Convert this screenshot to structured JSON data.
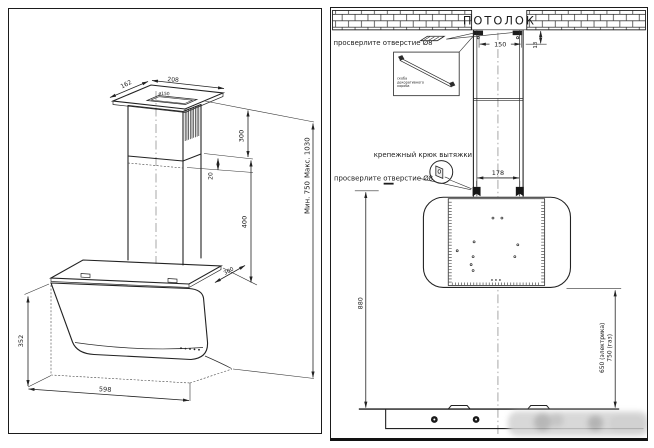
{
  "colors": {
    "line": "#1f1f1f",
    "accent_dark": "#111111",
    "centerline": "#8a8a8a",
    "watermark": "#bdbdbd"
  },
  "left_panel": {
    "dims": {
      "top_depth": "162",
      "top_width": "208",
      "outlet_diameter": "ø150",
      "upper_duct_height": "300",
      "duct_overlap": "20",
      "lower_duct_height": "400",
      "min_height": "Мин. 750",
      "max_height": "Макс. 1030",
      "body_height": "352",
      "body_width": "598",
      "body_depth": "300"
    }
  },
  "right_panel": {
    "ceiling_label": "ПОТОЛОК",
    "drill_hole_top_label": "просверлите отверстие Ø8",
    "drill_hole_mid_label": "просверлите отверстие Ø8",
    "hook_label": "крепежный крюк вытяжки",
    "inset_caption": [
      "скоба",
      "декоративного",
      "короба"
    ],
    "dims": {
      "bracket_holes_spacing": "150",
      "ceiling_offset": "13",
      "hook_spacing": "178",
      "hook_to_hob": "880",
      "clearance_electric": "650 (электрика)",
      "clearance_gas": "750 (газ)"
    }
  }
}
